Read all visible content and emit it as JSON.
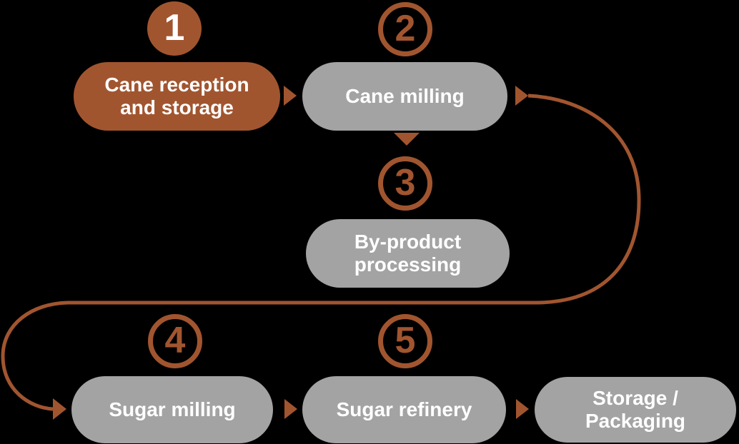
{
  "colors": {
    "accent": "#A1552F",
    "pill": "#A3A3A3",
    "text": "#FFFFFF",
    "background": "#000000"
  },
  "steps": [
    {
      "number": "1",
      "label": "Cane reception and storage",
      "lines": [
        "Cane reception",
        "and storage"
      ],
      "badge_style": "filled",
      "pill_style": "brown"
    },
    {
      "number": "2",
      "label": "Cane milling",
      "lines": [
        "Cane milling"
      ],
      "badge_style": "outlined",
      "pill_style": "gray"
    },
    {
      "number": "3",
      "label": "By-product processing",
      "lines": [
        "By-product",
        "processing"
      ],
      "badge_style": "outlined",
      "pill_style": "gray"
    },
    {
      "number": "4",
      "label": "Sugar milling",
      "lines": [
        "Sugar milling"
      ],
      "badge_style": "outlined",
      "pill_style": "gray"
    },
    {
      "number": "5",
      "label": "Sugar refinery",
      "lines": [
        "Sugar refinery"
      ],
      "badge_style": "outlined",
      "pill_style": "gray"
    },
    {
      "number": "",
      "label": "Storage / Packaging",
      "lines": [
        "Storage /",
        "Packaging"
      ],
      "badge_style": "none",
      "pill_style": "gray"
    }
  ]
}
